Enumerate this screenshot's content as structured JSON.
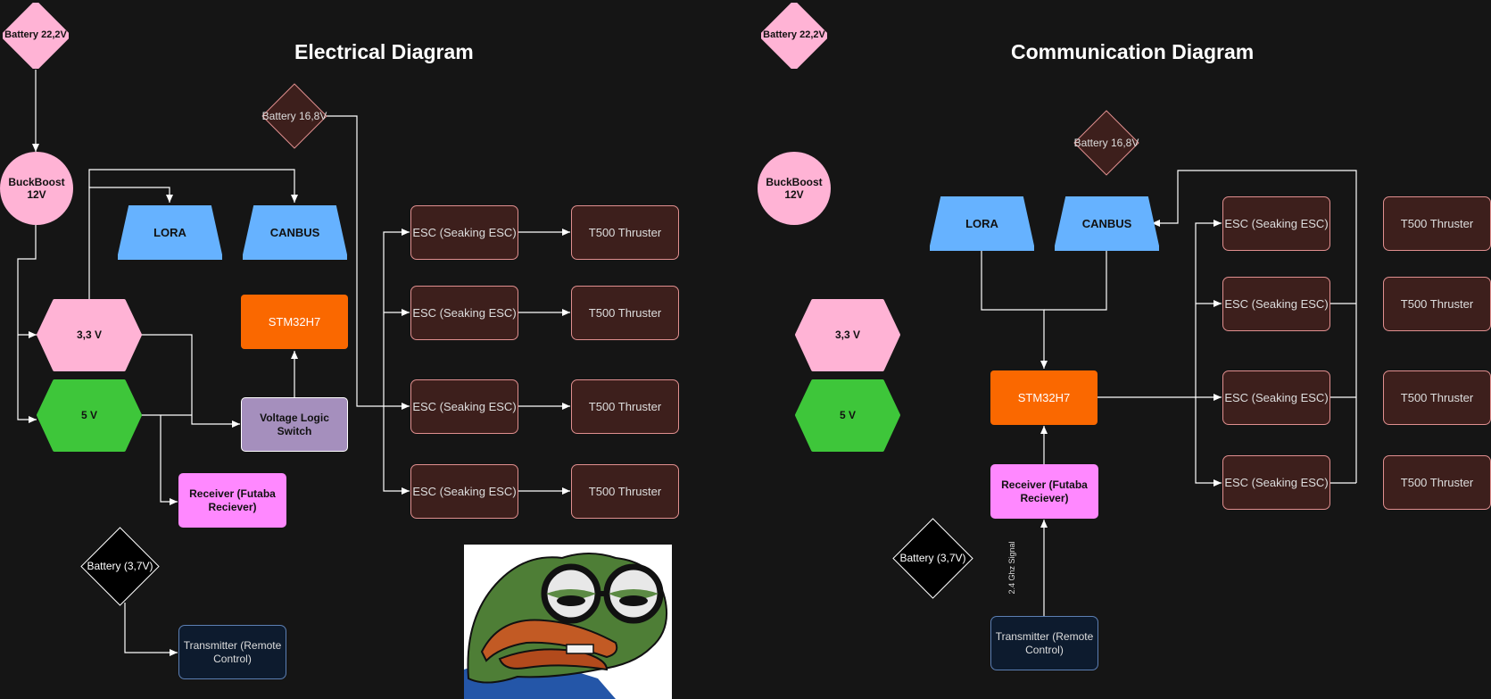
{
  "titles": {
    "electrical": "Electrical Diagram",
    "communication": "Communication Diagram"
  },
  "electrical": {
    "battery_main": "Battery 22,2V",
    "buckboost": "BuckBoost\n12V",
    "battery_motor": "Battery 16,8V",
    "lora": "LORA",
    "canbus": "CANBUS",
    "v33": "3,3 V",
    "v5": "5 V",
    "stm": "STM32H7",
    "vls": "Voltage Logic Switch",
    "receiver": "Receiver (Futaba\nReciever)",
    "battery_tx": "Battery (3,7V)",
    "transmitter": "Transmitter (Remote\nControl)",
    "esc": [
      "ESC (Seaking ESC)",
      "ESC (Seaking ESC)",
      "ESC (Seaking ESC)",
      "ESC (Seaking ESC)"
    ],
    "thrusters": [
      "T500 Thruster",
      "T500 Thruster",
      "T500 Thruster",
      "T500 Thruster"
    ]
  },
  "communication": {
    "battery_main": "Battery 22,2V",
    "buckboost": "BuckBoost\n12V",
    "battery_motor": "Battery 16,8V",
    "lora": "LORA",
    "canbus": "CANBUS",
    "v33": "3,3 V",
    "v5": "5 V",
    "stm": "STM32H7",
    "receiver": "Receiver (Futaba\nReciever)",
    "battery_tx": "Battery (3,7V)",
    "transmitter": "Transmitter (Remote\nControl)",
    "signal_label": "2.4 Ghz Signal",
    "esc": [
      "ESC (Seaking ESC)",
      "ESC (Seaking ESC)",
      "ESC (Seaking ESC)",
      "ESC (Seaking ESC)"
    ],
    "thrusters": [
      "T500 Thruster",
      "T500 Thruster",
      "T500 Thruster",
      "T500 Thruster"
    ]
  },
  "colors": {
    "background": "#151515",
    "pink": "#ffb3d5",
    "blue": "#66b2ff",
    "green": "#3ec63a",
    "orange": "#fa6800",
    "purple": "#a58fbd",
    "magenta": "#ff88ff",
    "esc_fill": "#3d1f1c",
    "esc_border": "#e08f8f",
    "navy": "#0d1b2e"
  },
  "image": {
    "icon": "frog-with-glasses-meme"
  }
}
